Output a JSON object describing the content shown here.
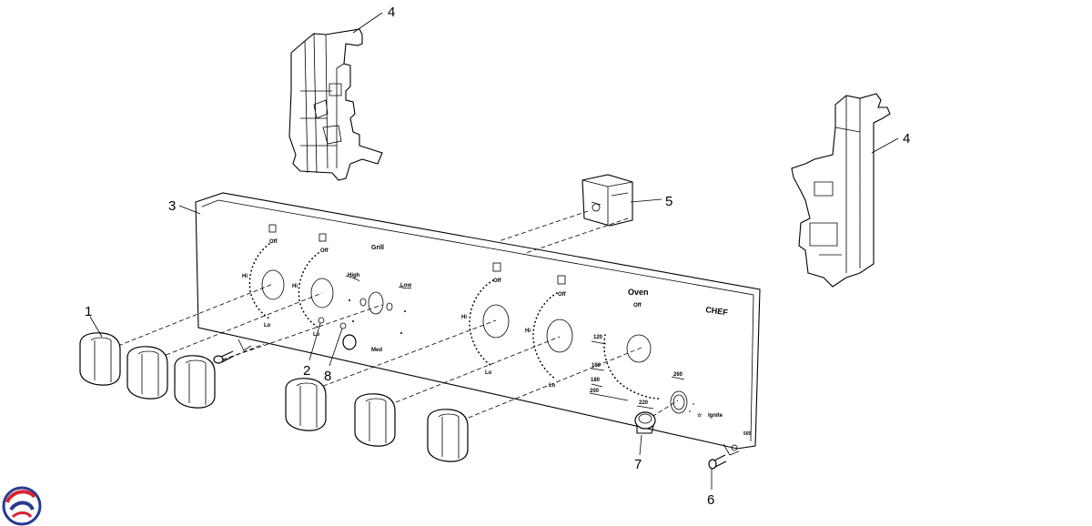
{
  "callouts": {
    "knob": "1",
    "grill_switch_part": "2",
    "control_panel": "3",
    "bracket_left": "4",
    "bracket_right": "4",
    "timer_switch": "5",
    "screw": "6",
    "ignition_button": "7",
    "indicator": "8"
  },
  "panel": {
    "off_1": "Off",
    "off_2": "Off",
    "off_3": "Off",
    "off_4": "Off",
    "hi_1": "Hi",
    "hi_2": "Hi",
    "hi_3": "Hi",
    "hi_4": "Hi",
    "lo_1": "Lo",
    "lo_2": "Lo",
    "lo_3": "Lo",
    "lo_4": "Lo",
    "grill": "Grill",
    "high": "High",
    "low": "Low",
    "med": "Med",
    "oven": "Oven",
    "oven_off": "Off",
    "t120": "120",
    "t160": "160",
    "t180": "180",
    "t200": "200",
    "t220": "220",
    "t260": "260",
    "ignite": "Ignite",
    "brand": "CHEF",
    "code": "505"
  },
  "colors": {
    "line": "#000000",
    "logo_red": "#d6262f",
    "logo_blue": "#283b8f"
  }
}
